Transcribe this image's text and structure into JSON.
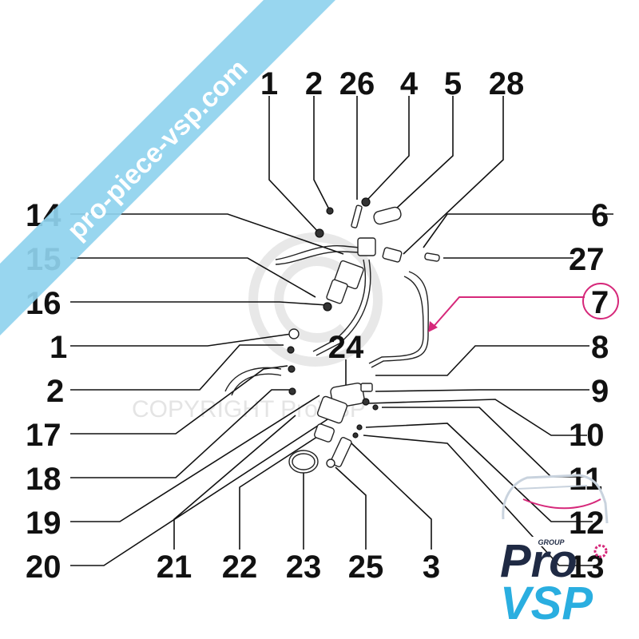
{
  "banner": {
    "text": "pro-piece-vsp.com",
    "color": "#8fd3ee"
  },
  "watermark": {
    "text": "COPYRIGHT ProVSP"
  },
  "callouts": {
    "n1_top": "1",
    "n2_top": "2",
    "n26": "26",
    "n4": "4",
    "n5": "5",
    "n28": "28",
    "n14": "14",
    "n6": "6",
    "n15": "15",
    "n27": "27",
    "n16": "16",
    "n7": "7",
    "n1_left": "1",
    "n24": "24",
    "n8": "8",
    "n2_left": "2",
    "n9": "9",
    "n17": "17",
    "n10": "10",
    "n18": "18",
    "n11": "11",
    "n19": "19",
    "n12": "12",
    "n20": "20",
    "n21": "21",
    "n22": "22",
    "n23": "23",
    "n25": "25",
    "n3": "3",
    "n13": "13"
  },
  "highlight": {
    "part": "7",
    "color": "#d6287a"
  },
  "logo": {
    "group": "GROUP",
    "line1": "Pro",
    "line2": "VSP",
    "dark": "#1f2a44",
    "accent": "#2aaee0",
    "badge": "#d6287a"
  }
}
